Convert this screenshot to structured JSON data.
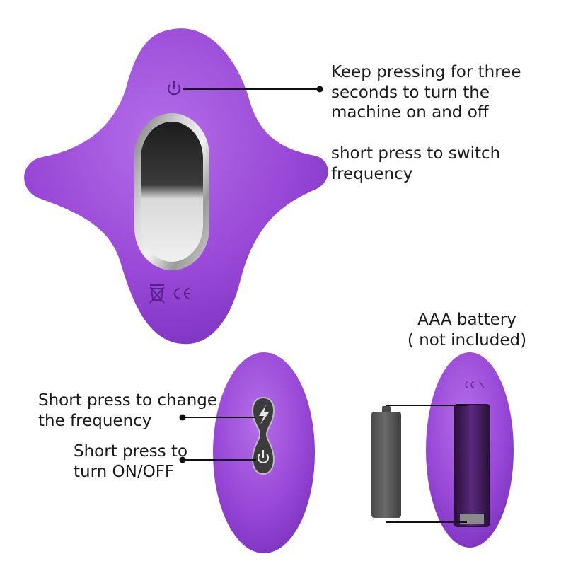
{
  "callouts": {
    "power_button": "Keep pressing for three\nseconds to turn the\nmachine on and off",
    "short_press_switch": "short press to switch\nfrequency",
    "battery": "AAA battery\n( not included)",
    "remote_frequency": "Short press to change\nthe frequency",
    "remote_on_off": "Short press to\nturn ON/OFF"
  },
  "colors": {
    "body_purple": "#9a49d8",
    "body_purple_dark": "#7d33bf",
    "body_purple_light": "#b46ee8",
    "battery_gray": "#585858",
    "chrome": "#c9c9c9",
    "line": "#111111"
  },
  "icons": {
    "device_power": "power-icon",
    "device_marks": "ce-mark-icon",
    "remote_frequency": "lightning-icon",
    "remote_power": "power-icon"
  }
}
